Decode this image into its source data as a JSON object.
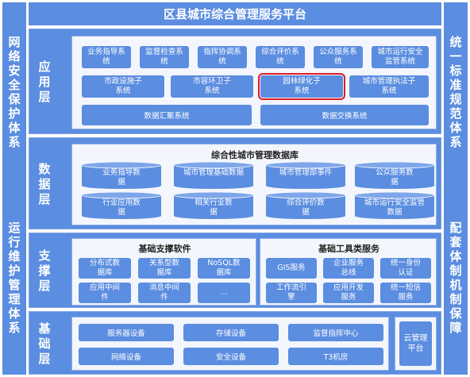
{
  "title": "区县城市综合管理服务平台",
  "left_side": {
    "top": "网络安全保护体系",
    "bottom": "运行维护管理体系"
  },
  "right_side": {
    "top": "统一标准规范体系",
    "bottom": "配套体制机制保障"
  },
  "app_layer": {
    "name": "应用层",
    "row1": [
      "业务指导系统",
      "监督检查系统",
      "指挥协调系统",
      "综合评价系统",
      "公众服务系统",
      "城市运行安全监管系统"
    ],
    "row2": [
      "市政设施子系统",
      "市容环卫子系统",
      "园林绿化子系统",
      "城市管理执法子系统"
    ],
    "row3": [
      "数据汇聚系统",
      "数据交换系统"
    ],
    "highlighted": "园林绿化子系统"
  },
  "data_layer": {
    "name": "数据层",
    "header": "综合性城市管理数据库",
    "row1": [
      "业务指导数据",
      "城市管理基础数据",
      "城市管理部事件",
      "公众服务数据"
    ],
    "row2": [
      "行业应用数据",
      "相关行业数据",
      "综合评价数据",
      "城市运行安全监管数据"
    ]
  },
  "support_layer": {
    "name": "支撑层",
    "software": {
      "header": "基础支撑软件",
      "items": [
        "分布式数据库",
        "关系型数据库",
        "NoSQL数据库",
        "应用中间件",
        "消息中间件",
        "…"
      ]
    },
    "tools": {
      "header": "基础工具类服务",
      "items": [
        "GIS服务",
        "企业服务总线",
        "统一身份认证",
        "工作流引擎",
        "应用开发服务",
        "统一短信服务"
      ]
    }
  },
  "base_layer": {
    "name": "基础层",
    "items": [
      "服务器设备",
      "存储设备",
      "监督指挥中心",
      "网络设备",
      "安全设备",
      "T3机房"
    ],
    "cloud": "云管理平台"
  }
}
